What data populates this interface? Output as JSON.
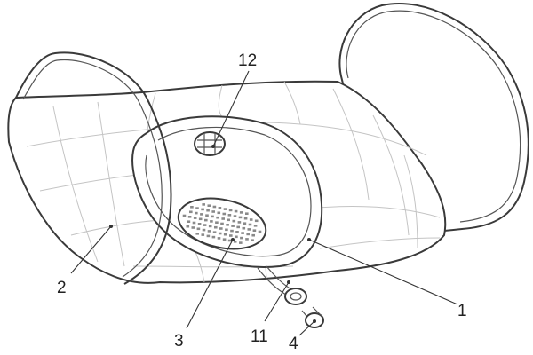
{
  "labels": {
    "one": "1",
    "two": "2",
    "three": "3",
    "four": "4",
    "eleven": "11",
    "twelve": "12"
  },
  "colors": {
    "line": "#3a3a3a",
    "quilt": "#c4c4c4",
    "background": "#ffffff"
  }
}
